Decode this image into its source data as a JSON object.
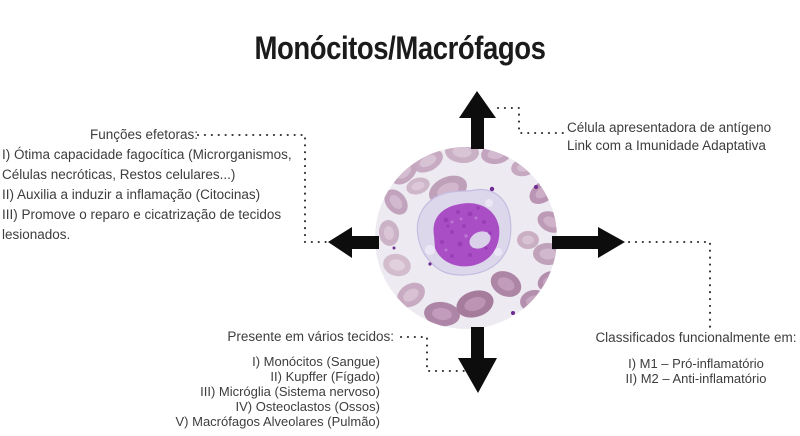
{
  "title": "Monócitos/Macrófagos",
  "colors": {
    "title_text": "#1b1b1b",
    "body_text": "#3d3d3d",
    "arrow_black": "#0d0d0d",
    "connector_dots": "#2f2f2f",
    "smear_background": "#edeaf1",
    "rbc_mauve": "#b995b3",
    "nucleus_purple": "#a94ec4",
    "cytoplasm_lavender": "#ddd7ec"
  },
  "icons": {
    "up": "arrow-up-icon",
    "down": "arrow-down-icon",
    "left": "arrow-left-icon",
    "right": "arrow-right-icon",
    "center_image": "blood-smear-image"
  },
  "effector_block": {
    "heading": "Funções efetoras:",
    "lines": [
      "I) Ótima capacidade fagocítica (Microrganismos,",
      "Células necróticas, Restos celulares...)",
      "II) Auxilia a induzir a inflamação (Citocinas)",
      "III) Promove o reparo e cicatrização de tecidos",
      "lesionados."
    ]
  },
  "antigen_block": {
    "lines": [
      "Célula apresentadora de antígeno",
      "Link com a Imunidade Adaptativa"
    ]
  },
  "tissues_block": {
    "heading": "Presente em vários tecidos:",
    "items": [
      "I) Monócitos (Sangue)",
      "II) Kupffer (Fígado)",
      "III) Micróglia (Sistema nervoso)",
      "IV) Osteoclastos (Ossos)",
      "V) Macrófagos Alveolares (Pulmão)"
    ]
  },
  "classification_block": {
    "heading": "Classificados funcionalmente em:",
    "items": [
      "I) M1 – Pró-inflamatório",
      "II) M2 – Anti-inflamatório"
    ]
  }
}
